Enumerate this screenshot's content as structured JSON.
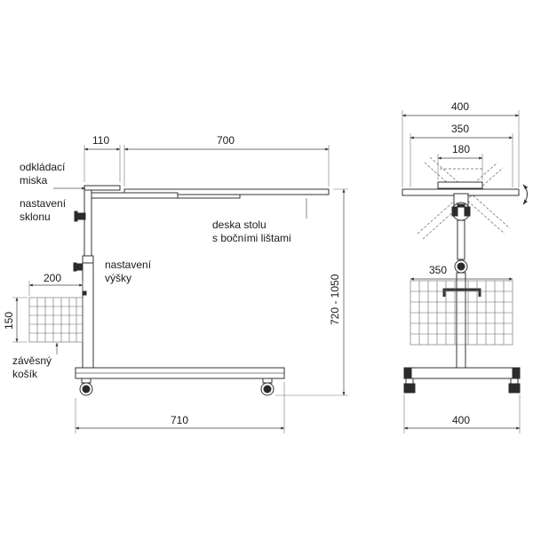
{
  "dimensions": {
    "tray_width": "110",
    "top_width": "700",
    "basket_width": "200",
    "basket_height": "150",
    "height_range": "720 - 1050",
    "base_length": "710",
    "front_top_width": "400",
    "front_inner_width": "350",
    "tilt_width": "180",
    "front_basket_width": "350",
    "front_base_width": "400"
  },
  "labels": {
    "tray_line1": "odkládací",
    "tray_line2": "miska",
    "tilt_line1": "nastavení",
    "tilt_line2": "sklonu",
    "top_line1": "deska stolu",
    "top_line2": "s bočními lištami",
    "height_line1": "nastavení",
    "height_line2": "výšky",
    "basket_line1": "závěsný",
    "basket_line2": "košík"
  }
}
